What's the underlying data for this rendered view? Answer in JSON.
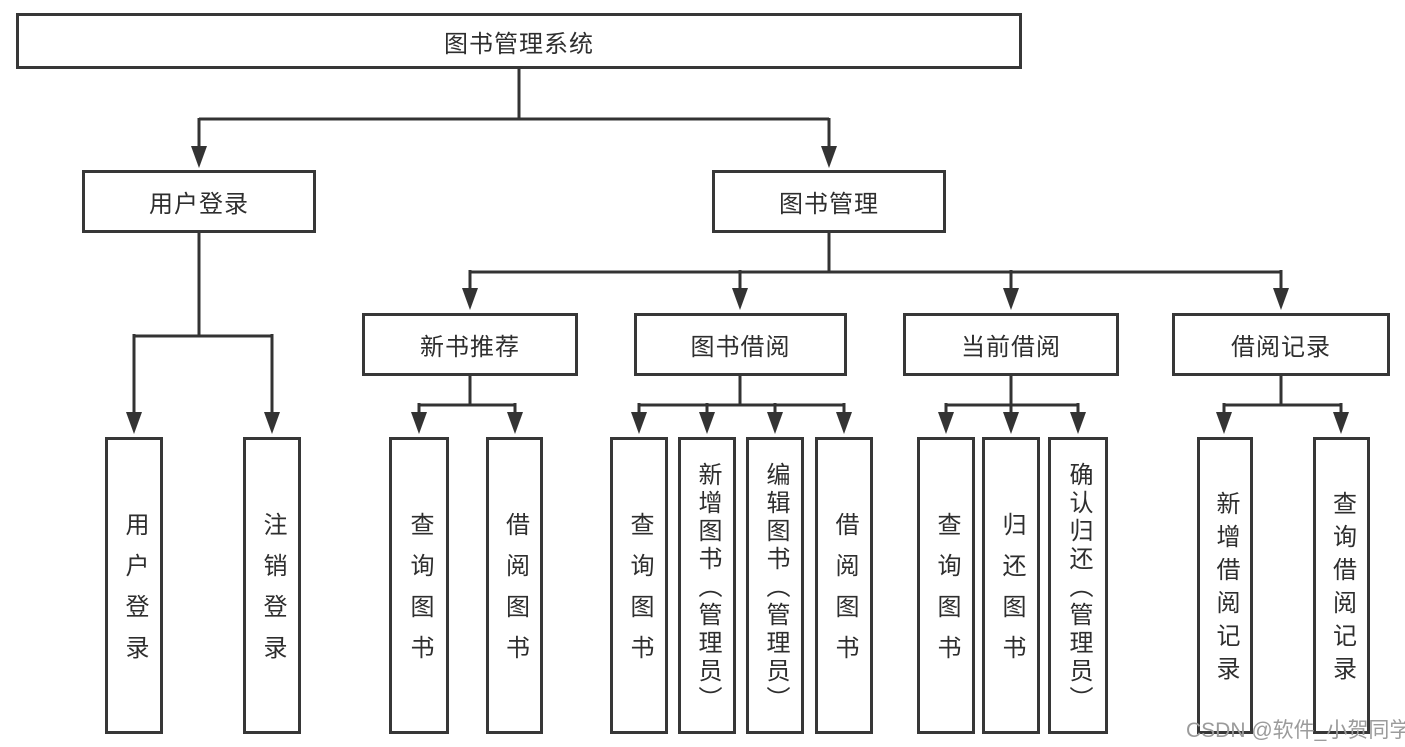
{
  "diagram": {
    "root": "图书管理系统",
    "level2": {
      "login": "用户登录",
      "manage": "图书管理"
    },
    "level3": {
      "recommend": "新书推荐",
      "borrow": "图书借阅",
      "current": "当前借阅",
      "records": "借阅记录"
    },
    "leaves": {
      "login": [
        "用户登录",
        "注销登录"
      ],
      "recommend": [
        "查询图书",
        "借阅图书"
      ],
      "borrow": [
        "查询图书",
        "新增图书（管理员）",
        "编辑图书（管理员）",
        "借阅图书"
      ],
      "current": [
        "查询图书",
        "归还图书",
        "确认归还（管理员）"
      ],
      "records": [
        "新增借阅记录",
        "查询借阅记录"
      ]
    }
  },
  "watermark": "CSDN @软件_小贺同学",
  "colors": {
    "background": "#ffffff",
    "border": "#373737",
    "line": "#333333",
    "text": "#2e2e2e",
    "watermark": "#9b9b9b"
  }
}
